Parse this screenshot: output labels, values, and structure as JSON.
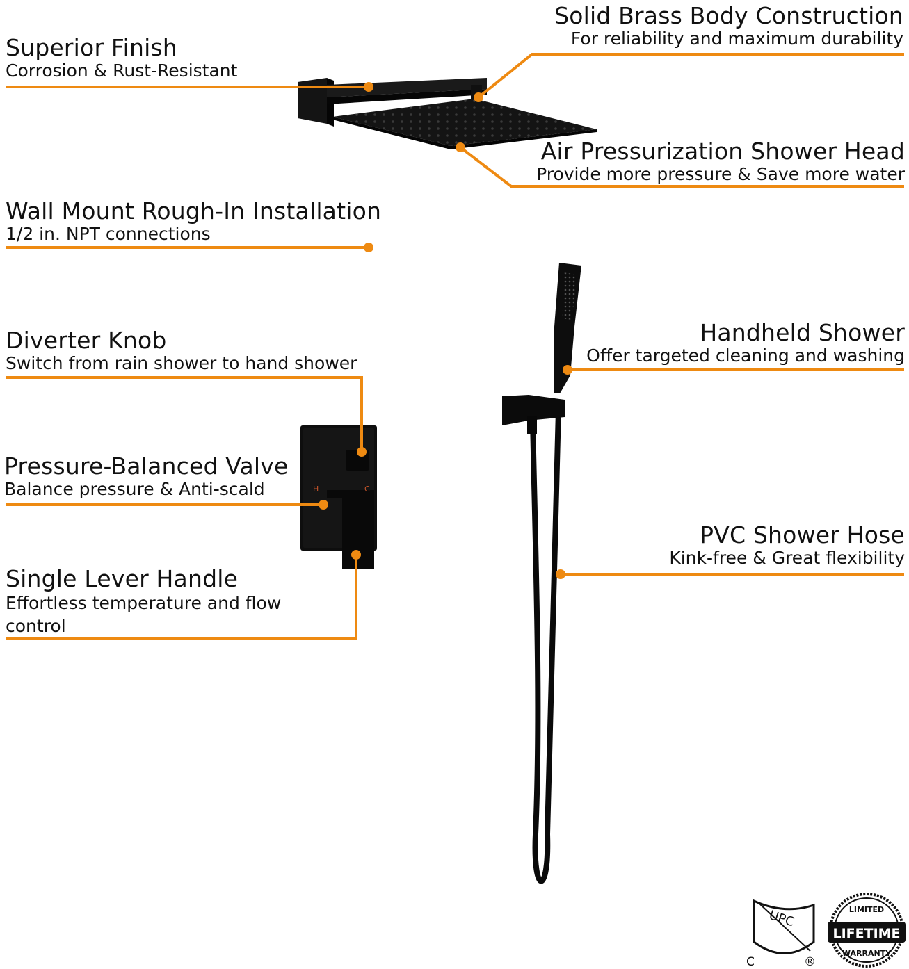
{
  "accent_color": "#ee8a12",
  "product_color": "#0d0d0d",
  "callouts": {
    "superior_finish": {
      "title": "Superior Finish",
      "subtitle": "Corrosion & Rust-Resistant"
    },
    "brass_body": {
      "title": "Solid Brass Body Construction",
      "subtitle": "For reliability and maximum durability"
    },
    "air_pressurization": {
      "title": "Air Pressurization Shower Head",
      "subtitle": "Provide more pressure & Save more water"
    },
    "wall_mount": {
      "title": "Wall Mount Rough-In Installation",
      "subtitle": "1/2 in. NPT connections"
    },
    "diverter_knob": {
      "title": "Diverter Knob",
      "subtitle": "Switch from rain shower to hand shower"
    },
    "handheld_shower": {
      "title": "Handheld Shower",
      "subtitle": "Offer targeted cleaning and washing"
    },
    "pressure_valve": {
      "title": "Pressure-Balanced Valve",
      "subtitle": "Balance pressure & Anti-scald"
    },
    "shower_hose": {
      "title": "PVC Shower Hose",
      "subtitle": "Kink-free & Great flexibility"
    },
    "lever_handle": {
      "title": "Single Lever Handle",
      "subtitle": "Effortless temperature and  flow control"
    }
  },
  "valve_marks": {
    "hot": "H",
    "cold": "C"
  },
  "badges": {
    "upc": {
      "letters": "UPC",
      "c_mark": "C",
      "registered": "®"
    },
    "warranty": {
      "top": "LIMITED",
      "middle": "LIFETIME",
      "bottom": "WARRANTY"
    }
  }
}
